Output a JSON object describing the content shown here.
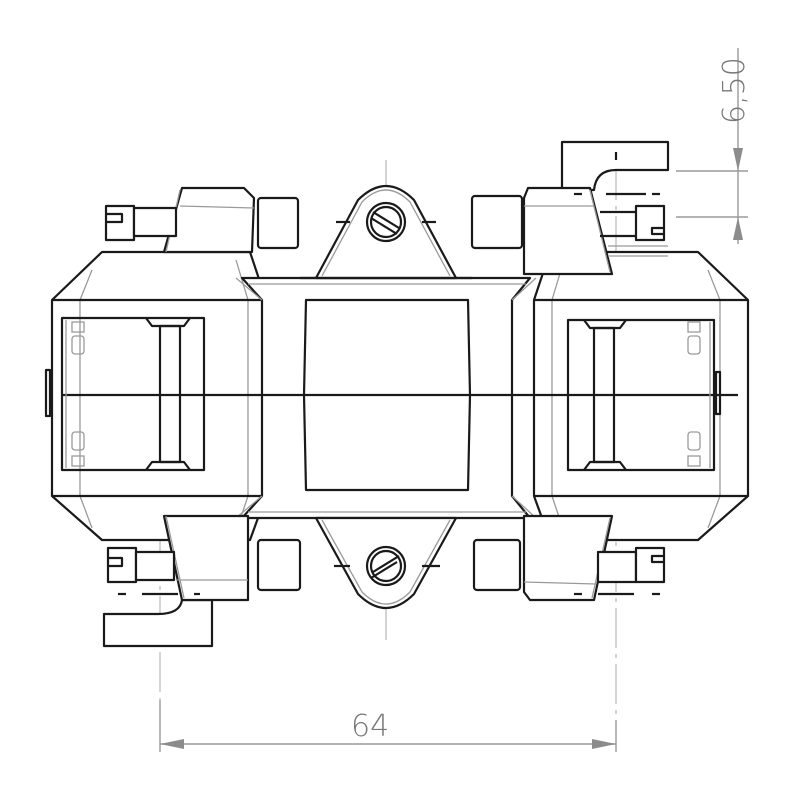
{
  "drawing": {
    "title": "Current transformer - top view technical drawing",
    "dimensions": {
      "width_label": "64",
      "offset_label": "6,50"
    },
    "colors": {
      "outline": "#1a1a1a",
      "hidden_line": "#9a9a9a",
      "dimension": "#8c8c8c",
      "dimension_text": "#777777",
      "background": "#ffffff"
    },
    "parts": [
      {
        "name": "central-window",
        "description": "square primary conductor window"
      },
      {
        "name": "top-mounting-lug",
        "description": "triangular lug with slotted screw"
      },
      {
        "name": "bottom-mounting-lug",
        "description": "triangular lug with slotted screw"
      },
      {
        "name": "left-terminal-block",
        "description": "secondary terminal housing"
      },
      {
        "name": "right-terminal-block",
        "description": "secondary terminal housing"
      }
    ]
  }
}
